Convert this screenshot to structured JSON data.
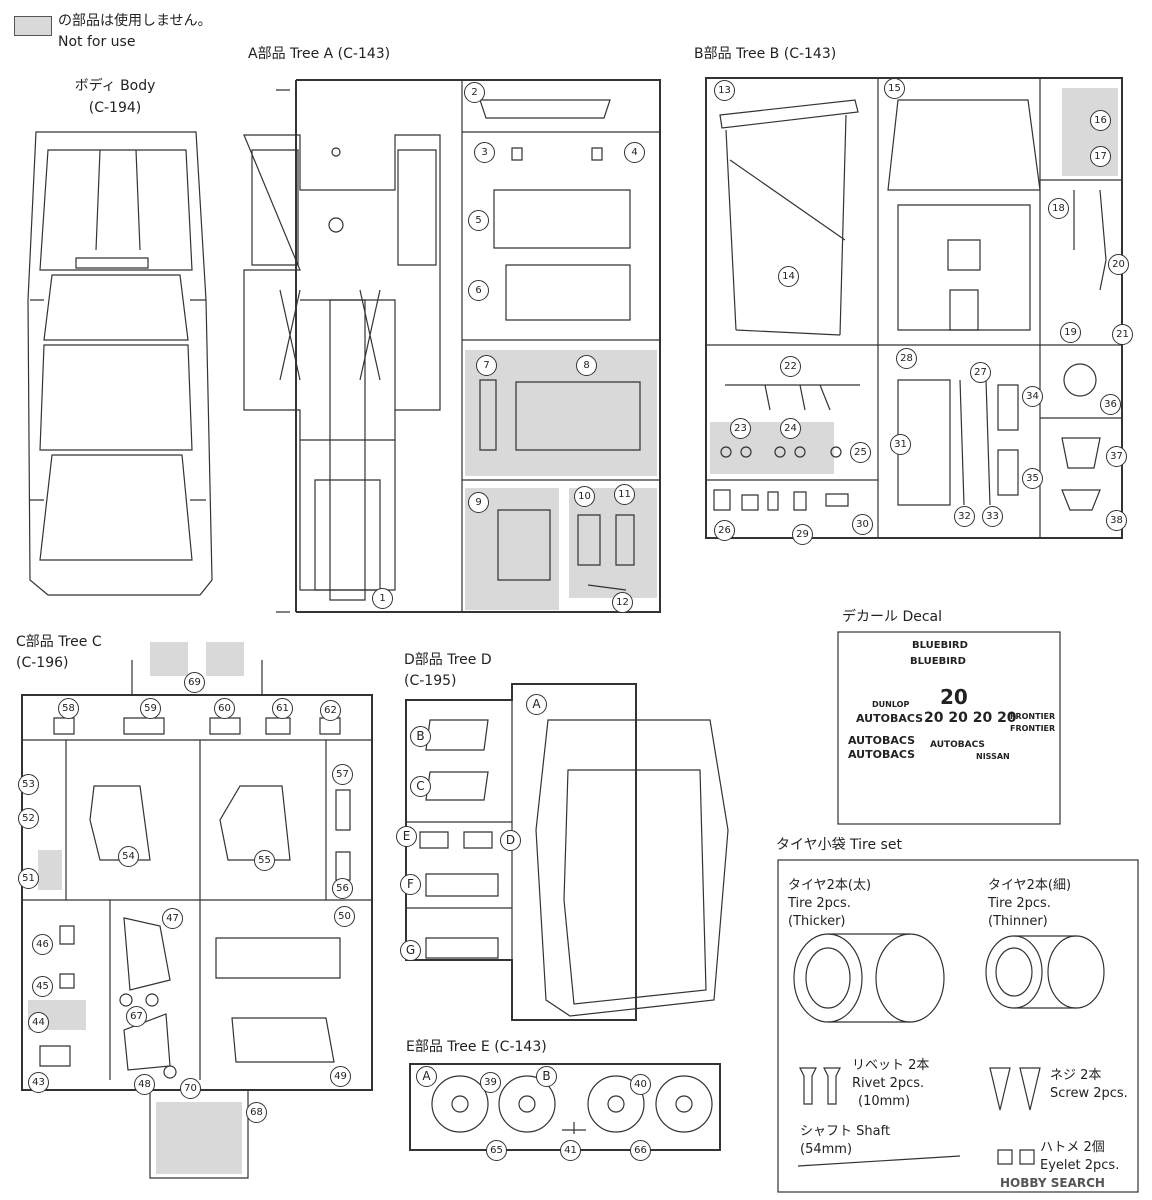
{
  "legend": {
    "jp": "の部品は使用しません。",
    "en": "Not for use"
  },
  "body": {
    "title": "ボディ Body",
    "code": "(C-194)"
  },
  "tree_a": {
    "title": "A部品 Tree A (C-143)"
  },
  "tree_b": {
    "title": "B部品 Tree B (C-143)"
  },
  "tree_c": {
    "title": "C部品 Tree C",
    "code": "(C-196)"
  },
  "tree_d": {
    "title": "D部品 Tree D",
    "code": "(C-195)"
  },
  "tree_e": {
    "title": "E部品 Tree E (C-143)"
  },
  "decal": {
    "title": "デカール Decal",
    "text": [
      "BLUEBIRD",
      "BLUEBIRD",
      "20",
      "AUTOBACS",
      "20 20 20 20",
      "FRONTIER",
      "FRONTIER",
      "AUTOBACS",
      "AUTOBACS",
      "AUTOBACS",
      "NISSAN",
      "DUNLOP"
    ]
  },
  "tire_set": {
    "title": "タイヤ小袋  Tire set",
    "thick": [
      "タイヤ2本(太)",
      "Tire 2pcs.",
      "(Thicker)"
    ],
    "thin": [
      "タイヤ2本(細)",
      "Tire 2pcs.",
      "(Thinner)"
    ],
    "rivet": [
      "リベット 2本",
      "Rivet 2pcs.",
      "(10mm)"
    ],
    "screw": [
      "ネジ 2本",
      "Screw 2pcs."
    ],
    "shaft": [
      "シャフト Shaft",
      "(54mm)"
    ],
    "eyelet": [
      "ハトメ 2個",
      "Eyelet 2pcs."
    ]
  },
  "watermark": "HOBBY SEARCH",
  "part_numbers_a": [
    "1",
    "2",
    "3",
    "4",
    "5",
    "6",
    "7",
    "8",
    "9",
    "10",
    "11",
    "12"
  ],
  "part_numbers_b": [
    "13",
    "14",
    "15",
    "16",
    "17",
    "18",
    "19",
    "20",
    "21",
    "22",
    "23",
    "24",
    "25",
    "26",
    "27",
    "28",
    "29",
    "30",
    "31",
    "32",
    "33",
    "34",
    "35",
    "36",
    "37",
    "38"
  ],
  "part_numbers_c": [
    "43",
    "44",
    "45",
    "46",
    "47",
    "48",
    "49",
    "50",
    "51",
    "52",
    "53",
    "54",
    "55",
    "56",
    "57",
    "58",
    "59",
    "60",
    "61",
    "62",
    "67",
    "68",
    "69",
    "70"
  ],
  "part_letters_d": [
    "A",
    "B",
    "C",
    "D",
    "E",
    "F",
    "G"
  ],
  "part_labels_e": [
    "A",
    "B",
    "39",
    "40",
    "41",
    "65",
    "66"
  ]
}
